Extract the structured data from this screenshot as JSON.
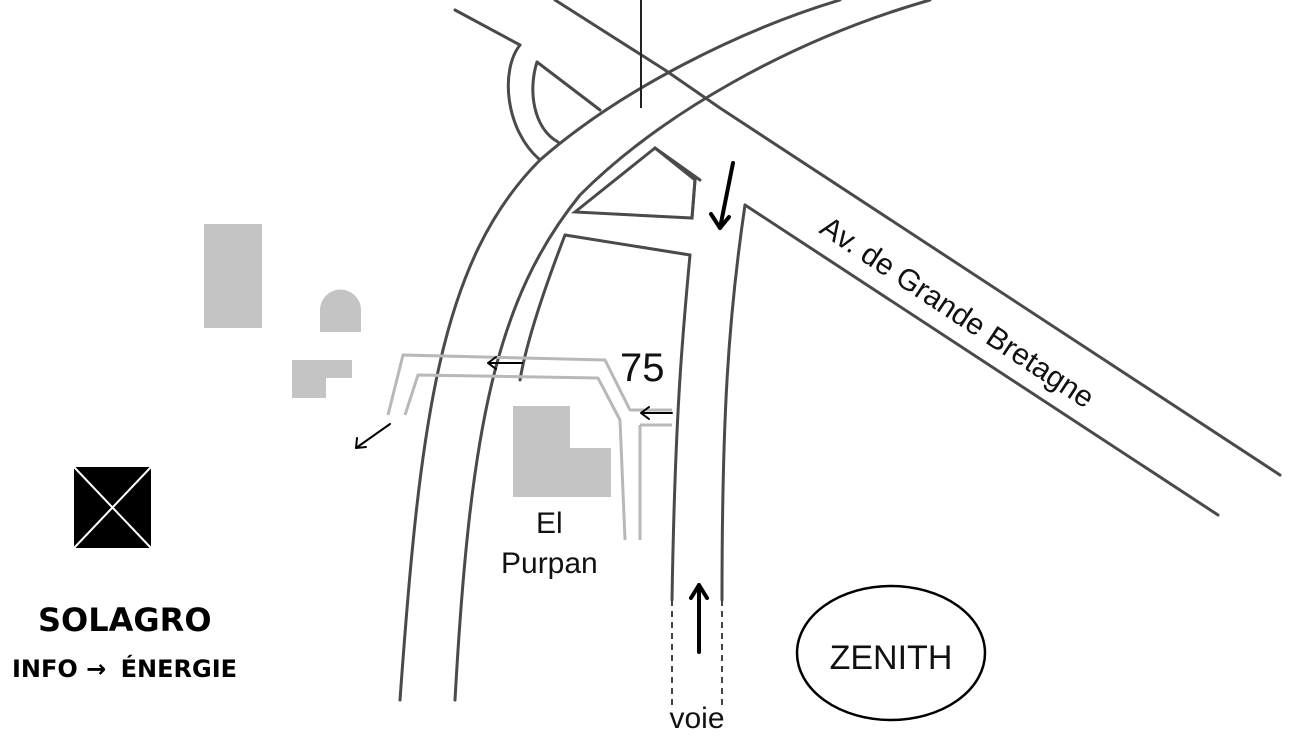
{
  "labels": {
    "avenue": "Av. de Grande Bretagne",
    "road_number": "75",
    "building": [
      "El",
      "Purpan"
    ],
    "zenith": "ZENITH",
    "voie": "voie"
  },
  "brand": {
    "name": "SOLAGRO",
    "tagline_left": "INFO",
    "tagline_arrow": "→",
    "tagline_right": "ÉNERGIE"
  },
  "colors": {
    "road": "#4a4a4a",
    "building": "#c4c4c4",
    "footpath": "#b8b8b8",
    "ink": "#000000"
  },
  "icons": [
    "solagro-logo-icon",
    "direction-arrow-icon"
  ]
}
